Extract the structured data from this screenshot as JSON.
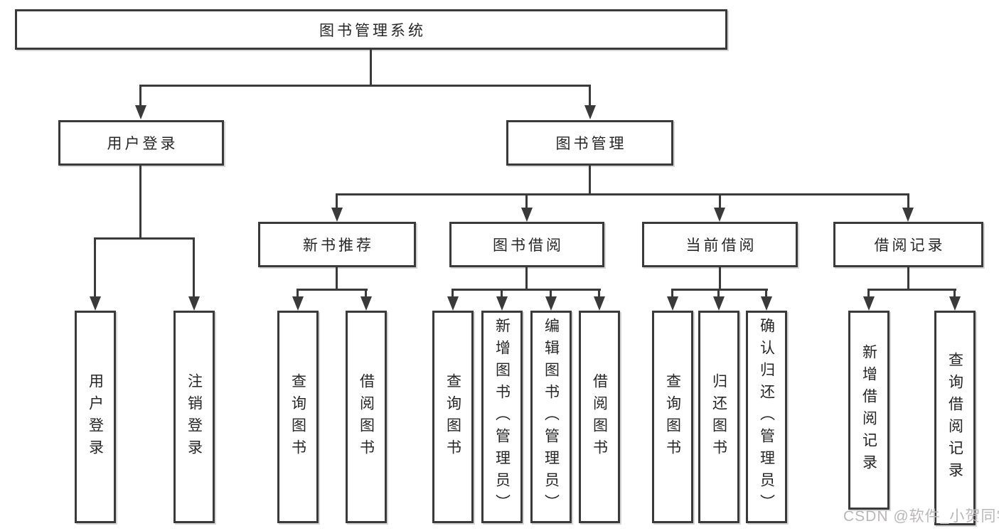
{
  "colors": {
    "line": "#3a3a3a",
    "box_border": "#3a3a3a",
    "text": "#262626",
    "background": "#ffffff",
    "watermark": "#bab7b7"
  },
  "watermark": "CSDN @软件_小贺同学",
  "diagram": {
    "root": "图书管理系统",
    "branches": {
      "user_login": {
        "label": "用户登录",
        "children": [
          "用户登录",
          "注销登录"
        ]
      },
      "book_management": {
        "label": "图书管理",
        "groups": [
          {
            "label": "新书推荐",
            "children": [
              "查询图书",
              "借阅图书"
            ]
          },
          {
            "label": "图书借阅",
            "children": [
              "查询图书",
              "新增图书（管理员）",
              "编辑图书（管理员）",
              "借阅图书"
            ]
          },
          {
            "label": "当前借阅",
            "children": [
              "查询图书",
              "归还图书",
              "确认归还（管理员）"
            ]
          },
          {
            "label": "借阅记录",
            "children": [
              "新增借阅记录",
              "查询借阅记录"
            ]
          }
        ]
      }
    }
  }
}
